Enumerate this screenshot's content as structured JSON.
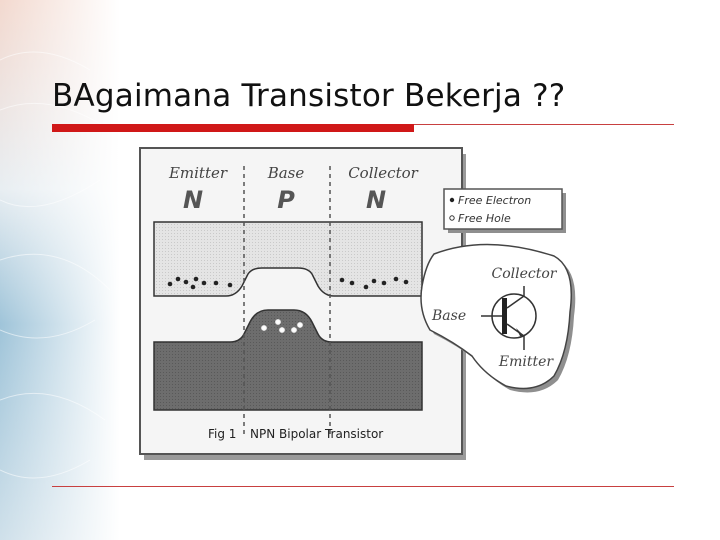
{
  "slide": {
    "title": "BAgaimana Transistor Bekerja ??"
  },
  "figure": {
    "regions": [
      {
        "name": "Emitter",
        "type": "N"
      },
      {
        "name": "Base",
        "type": "P"
      },
      {
        "name": "Collector",
        "type": "N"
      }
    ],
    "legend": {
      "electron": "Free Electron",
      "hole": "Free Hole"
    },
    "symbol": {
      "collector": "Collector",
      "base": "Base",
      "emitter": "Emitter"
    },
    "caption": {
      "number": "Fig 1",
      "text": "NPN Bipolar Transistor"
    }
  },
  "colors": {
    "accent_red": "#d01818",
    "band_light": "#e6e6e6",
    "band_dark": "#6a6a6a"
  }
}
